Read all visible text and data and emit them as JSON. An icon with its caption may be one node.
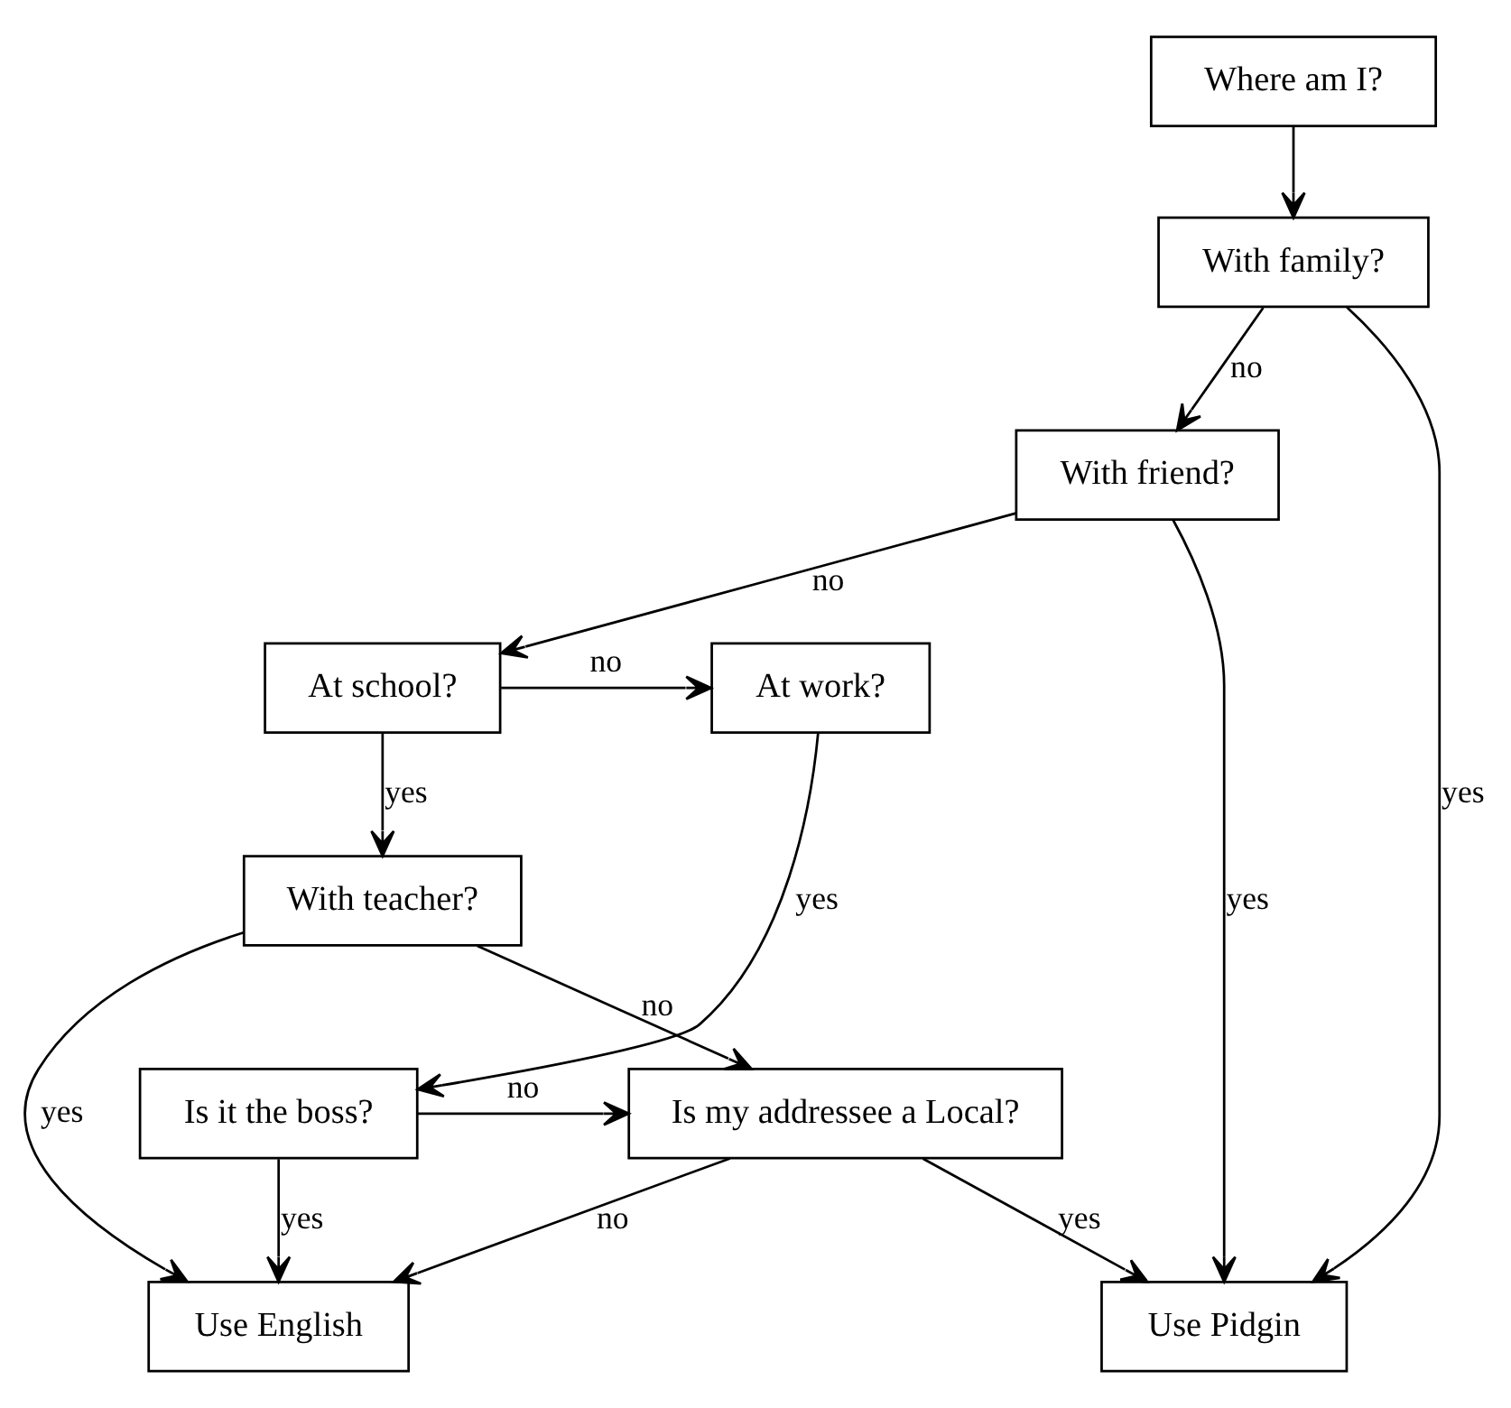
{
  "diagram": {
    "nodes": [
      {
        "text": [
          "Where am I?"
        ]
      },
      {
        "text": [
          "With family?"
        ]
      },
      {
        "text": [
          "With friend?"
        ]
      },
      {
        "text": [
          "Use Pidgin"
        ]
      },
      {
        "text": [
          "At work?"
        ]
      },
      {
        "text": [
          "At school?"
        ]
      },
      {
        "text": [
          "With teacher?"
        ]
      },
      {
        "text": [
          "Is it the boss?"
        ]
      },
      {
        "text": [
          "Is my addressee a Local?"
        ]
      },
      {
        "text": [
          "Use English"
        ]
      }
    ],
    "edges": [
      {
        "from": 0,
        "to": 1,
        "arrow": "to"
      },
      {
        "from": 1,
        "to": 2,
        "arrow": "to",
        "label": "no"
      },
      {
        "from": 1,
        "to": 3,
        "arrow": "to",
        "label": "yes"
      },
      {
        "from": 2,
        "to": 3,
        "arrow": "to",
        "label": "yes"
      },
      {
        "from": 2,
        "to": 5,
        "arrow": "to",
        "label": "no"
      },
      {
        "from": 5,
        "to": 4,
        "arrow": "to",
        "label": "no"
      },
      {
        "from": 5,
        "to": 6,
        "arrow": "to",
        "label": "yes"
      },
      {
        "from": 4,
        "to": 7,
        "arrow": "to",
        "label": "yes"
      },
      {
        "from": 6,
        "to": 8,
        "arrow": "to",
        "label": "no"
      },
      {
        "from": 6,
        "to": 9,
        "arrow": "to",
        "label": "yes"
      },
      {
        "from": 7,
        "to": 8,
        "arrow": "to",
        "label": "no"
      },
      {
        "from": 7,
        "to": 9,
        "arrow": "to",
        "label": "yes"
      },
      {
        "from": 8,
        "to": 3,
        "arrow": "to",
        "label": "yes"
      },
      {
        "from": 8,
        "to": 9,
        "arrow": "to",
        "label": "no"
      }
    ]
  }
}
